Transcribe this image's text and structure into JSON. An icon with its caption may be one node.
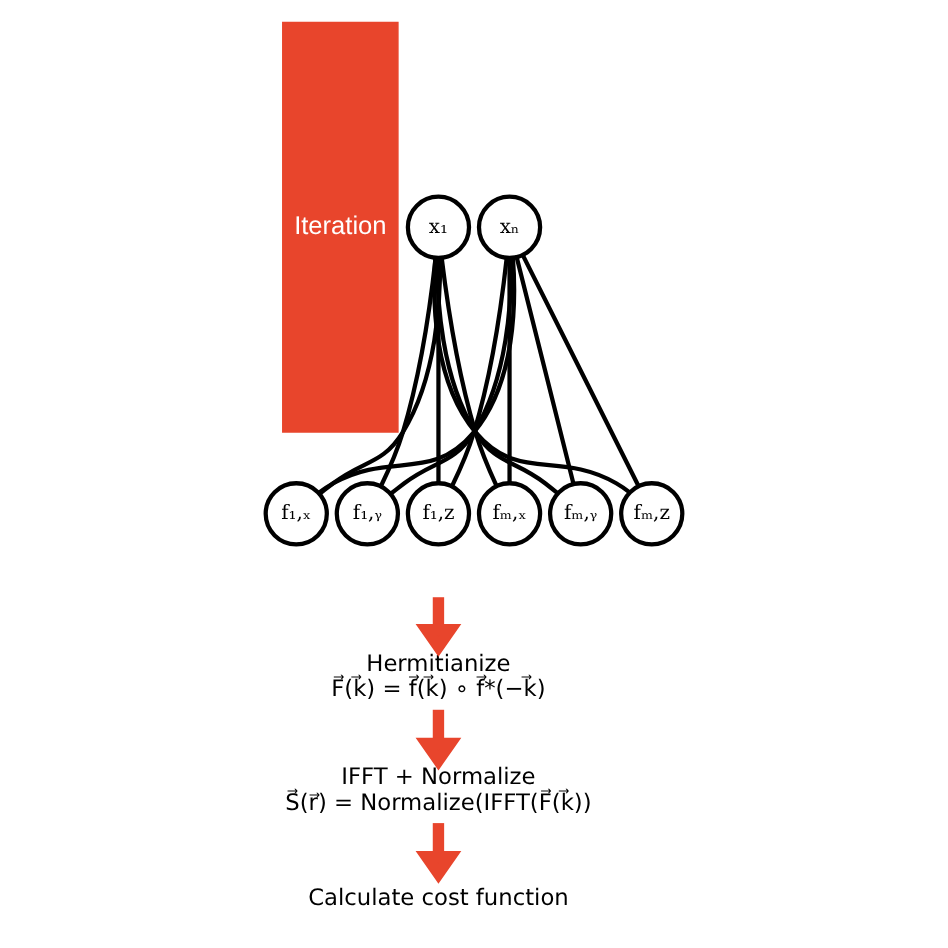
{
  "diagram": {
    "nodes": [
      {
        "text": [
          "Iteration"
        ]
      },
      {
        "text": [
          "x₁"
        ]
      },
      {
        "text": [
          "xₙ"
        ]
      },
      {
        "text": [
          "f₁,ₓ"
        ]
      },
      {
        "text": [
          "f₁,ᵧ"
        ]
      },
      {
        "text": [
          "f₁,z"
        ]
      },
      {
        "text": [
          "fₘ,ₓ"
        ]
      },
      {
        "text": [
          "fₘ,ᵧ"
        ]
      },
      {
        "text": [
          "fₘ,z"
        ]
      },
      {
        "text": [
          "Hermitianize",
          "F⃗(k⃗) = f⃗(k⃗) ∘ f⃗*(−k⃗)"
        ]
      },
      {
        "text": [
          "IFFT + Normalize",
          "S⃗(r⃗) = Normalize(IFFT(F⃗(k⃗))"
        ]
      },
      {
        "text": [
          "Calculate cost function"
        ]
      }
    ],
    "edges": [
      {
        "from": 1,
        "to": 3,
        "arrow": "none"
      },
      {
        "from": 1,
        "to": 4,
        "arrow": "none"
      },
      {
        "from": 1,
        "to": 5,
        "arrow": "none"
      },
      {
        "from": 1,
        "to": 6,
        "arrow": "none"
      },
      {
        "from": 1,
        "to": 7,
        "arrow": "none"
      },
      {
        "from": 1,
        "to": 8,
        "arrow": "none"
      },
      {
        "from": 2,
        "to": 3,
        "arrow": "none"
      },
      {
        "from": 2,
        "to": 4,
        "arrow": "none"
      },
      {
        "from": 2,
        "to": 5,
        "arrow": "none"
      },
      {
        "from": 2,
        "to": 6,
        "arrow": "none"
      },
      {
        "from": 2,
        "to": 7,
        "arrow": "none"
      },
      {
        "from": 2,
        "to": 8,
        "arrow": "none"
      },
      {
        "from": null,
        "to": 9,
        "arrow": "to",
        "style": "thick",
        "color": "#e8452c"
      },
      {
        "from": 9,
        "to": 10,
        "arrow": "to",
        "style": "thick",
        "color": "#e8452c"
      },
      {
        "from": 10,
        "to": 11,
        "arrow": "to",
        "style": "thick",
        "color": "#e8452c"
      }
    ]
  }
}
